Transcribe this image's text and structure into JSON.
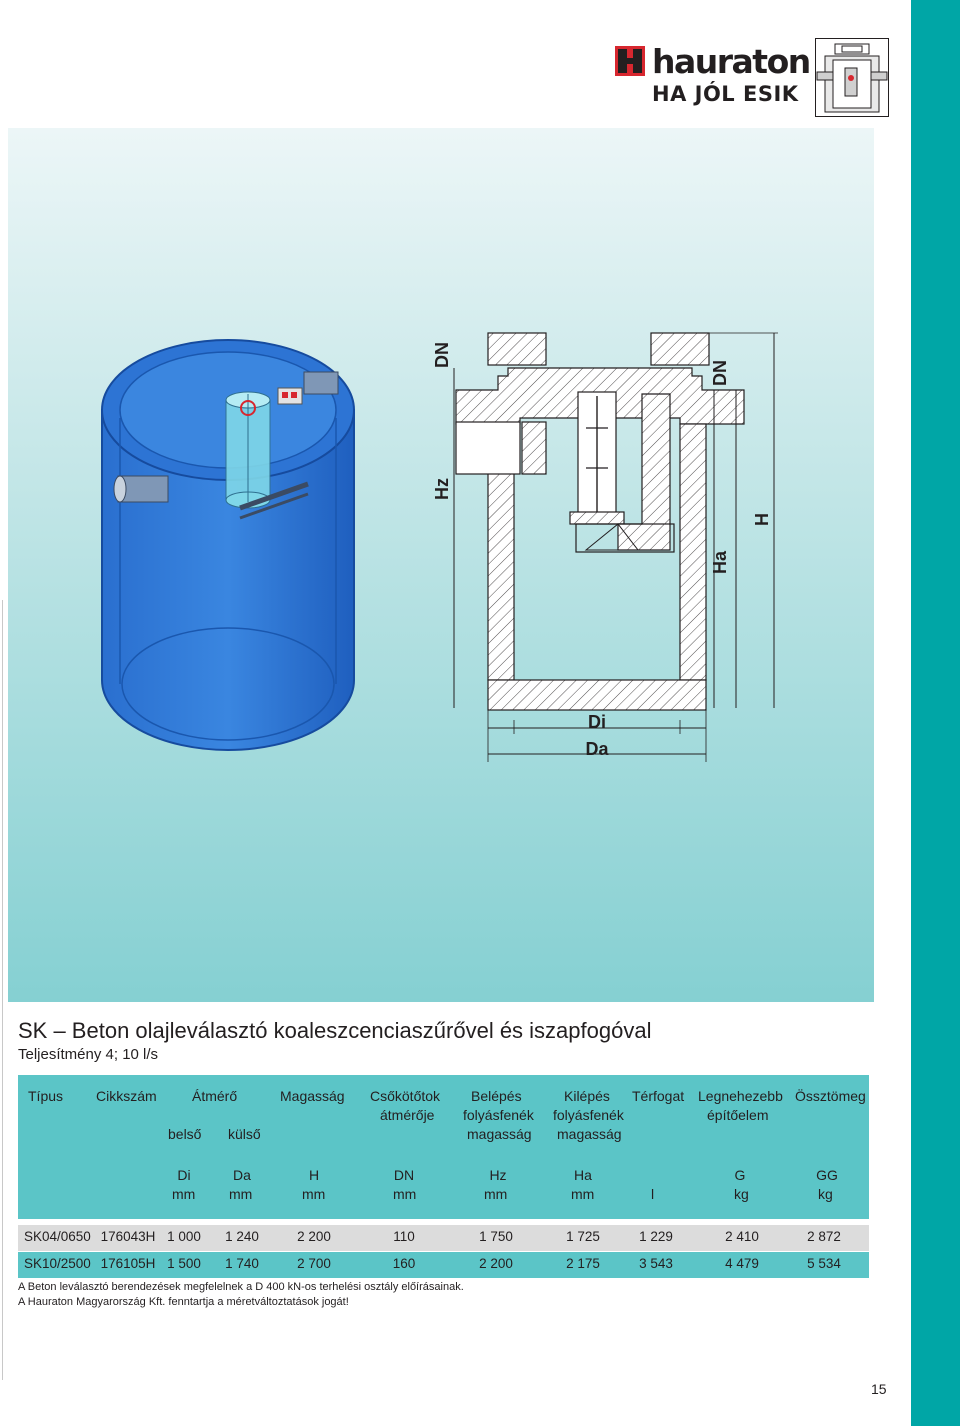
{
  "logo": {
    "name": "hauraton",
    "slogan": "HA JÓL ESIK"
  },
  "drawing": {
    "labels": {
      "dn_left": "DN",
      "dn_right": "DN",
      "hz": "Hz",
      "ha": "Ha",
      "h": "H",
      "di": "Di",
      "da": "Da"
    }
  },
  "heading": {
    "title": "SK – Beton olajleválasztó koaleszcenciaszűrővel és iszapfogóval",
    "subtitle": "Teljesítmény 4; 10 l/s"
  },
  "table": {
    "header": {
      "tipus": "Típus",
      "cikkszam": "Cikkszám",
      "atmero": "Átmérő",
      "belso": "belső",
      "kulso": "külső",
      "magassag": "Magasság",
      "csokotok_1": "Csőkötőtok",
      "csokotok_2": "átmérője",
      "belepes_1": "Belépés",
      "belepes_2": "folyásfenék",
      "belepes_3": "magasság",
      "kilepes_1": "Kilépés",
      "kilepes_2": "folyásfenék",
      "kilepes_3": "magasság",
      "terfogat": "Térfogat",
      "legnehezebb_1": "Legnehezebb",
      "legnehezebb_2": "építőelem",
      "osszto": "Össztömeg"
    },
    "symbols": [
      "Di",
      "Da",
      "H",
      "DN",
      "Hz",
      "Ha",
      "",
      "G",
      "GG"
    ],
    "units": [
      "mm",
      "mm",
      "mm",
      "mm",
      "mm",
      "mm",
      "l",
      "kg",
      "kg"
    ],
    "rows": [
      [
        "SK04/0650",
        "176043H",
        "1 000",
        "1 240",
        "2 200",
        "110",
        "1 750",
        "1 725",
        "1 229",
        "2 410",
        "2 872"
      ],
      [
        "SK10/2500",
        "176105H",
        "1 500",
        "1 740",
        "2 700",
        "160",
        "2 200",
        "2 175",
        "3 543",
        "4 479",
        "5 534"
      ]
    ]
  },
  "notes": [
    "A Beton leválasztó berendezések megfelelnek a D 400 kN-os terhelési osztály előírásainak.",
    "A Hauraton Magyarország Kft. fenntartja a méretváltoztatások jogát!"
  ],
  "page_number": "15",
  "colors": {
    "accent": "#00a6a6",
    "table_header": "#5bc5c7",
    "row_alt": "#dcdcdc",
    "logo_red": "#d7272f",
    "tank_blue": "#1f68c9"
  }
}
